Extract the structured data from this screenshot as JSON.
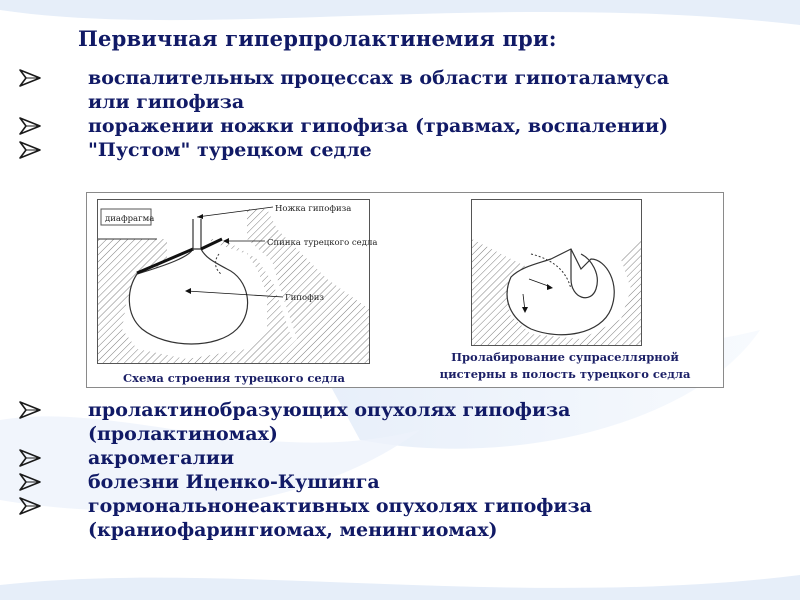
{
  "title": "Первичная гиперпролактинемия при:",
  "bullets_top": [
    {
      "lines": [
        "воспалительных процессах в области гипоталамуса",
        "или гипофиза"
      ]
    },
    {
      "lines": [
        "поражении ножки гипофиза (травмах, воспалении)"
      ]
    },
    {
      "lines": [
        "\"Пустом\" турецком седле"
      ]
    }
  ],
  "bullets_bottom": [
    {
      "lines": [
        "пролактинобразующих опухолях гипофиза",
        "(пролактиномах)"
      ]
    },
    {
      "lines": [
        "акромегалии"
      ]
    },
    {
      "lines": [
        "болезни Иценко-Кушинга"
      ]
    },
    {
      "lines": [
        "гормональнонеактивных опухолях гипофиза",
        "(краниофарингиомах, менингиомах)"
      ]
    }
  ],
  "figure": {
    "left_labels": {
      "diaphragm": "диафрагма",
      "stalk": "Ножка гипофиза",
      "dorsum": "Спинка турецкого седла",
      "pituitary": "Гипофиз"
    },
    "caption_left": "Схема строения турецкого седла",
    "caption_right_lines": [
      "Пролабирование супраселлярной",
      "цистерны в полость турецкого седла"
    ]
  },
  "icons": {
    "bullet": "arrowhead-bullet-icon"
  },
  "colors": {
    "text": "#111a66",
    "arrow": "#1a1a1a",
    "background_wave": "#c9d8f0"
  }
}
